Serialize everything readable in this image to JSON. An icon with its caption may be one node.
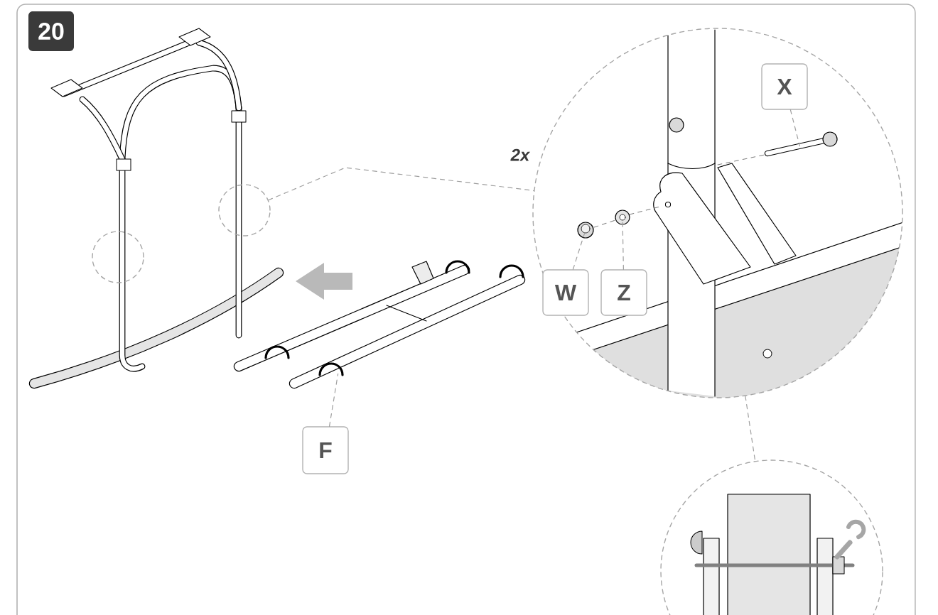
{
  "diagram": {
    "nodes": [
      {
        "text": [
          "20"
        ]
      },
      {
        "text": [
          "X"
        ],
        "in": 11
      },
      {
        "text": [
          "W"
        ],
        "in": 11
      },
      {
        "text": [
          "Z"
        ],
        "in": 11
      },
      {
        "text": [
          "F"
        ]
      },
      {
        "text": [],
        "shape": "picture",
        "in": 11
      },
      {
        "text": [],
        "shape": "picture",
        "in": 11
      },
      {
        "text": [],
        "shape": "picture",
        "in": 11
      },
      {
        "text": [],
        "shape": "picture"
      },
      {
        "text": [],
        "shape": "circle"
      },
      {
        "text": [],
        "shape": "circle"
      },
      {
        "text": [],
        "shape": "circle"
      },
      {
        "text": [],
        "shape": "circle"
      }
    ],
    "edges": [
      {
        "from": 1,
        "to": 5,
        "arrow": "none",
        "style": "dashed"
      },
      {
        "from": 2,
        "to": 6,
        "arrow": "none",
        "style": "dashed"
      },
      {
        "from": 3,
        "to": 7,
        "arrow": "none",
        "style": "dashed"
      },
      {
        "from": 4,
        "to": 8,
        "arrow": "none",
        "style": "dashed"
      },
      {
        "from": 9,
        "to": 11,
        "arrow": "none",
        "style": "dashed",
        "label": "2x"
      },
      {
        "from": 11,
        "to": 12,
        "arrow": "none",
        "style": "dashed"
      }
    ]
  }
}
